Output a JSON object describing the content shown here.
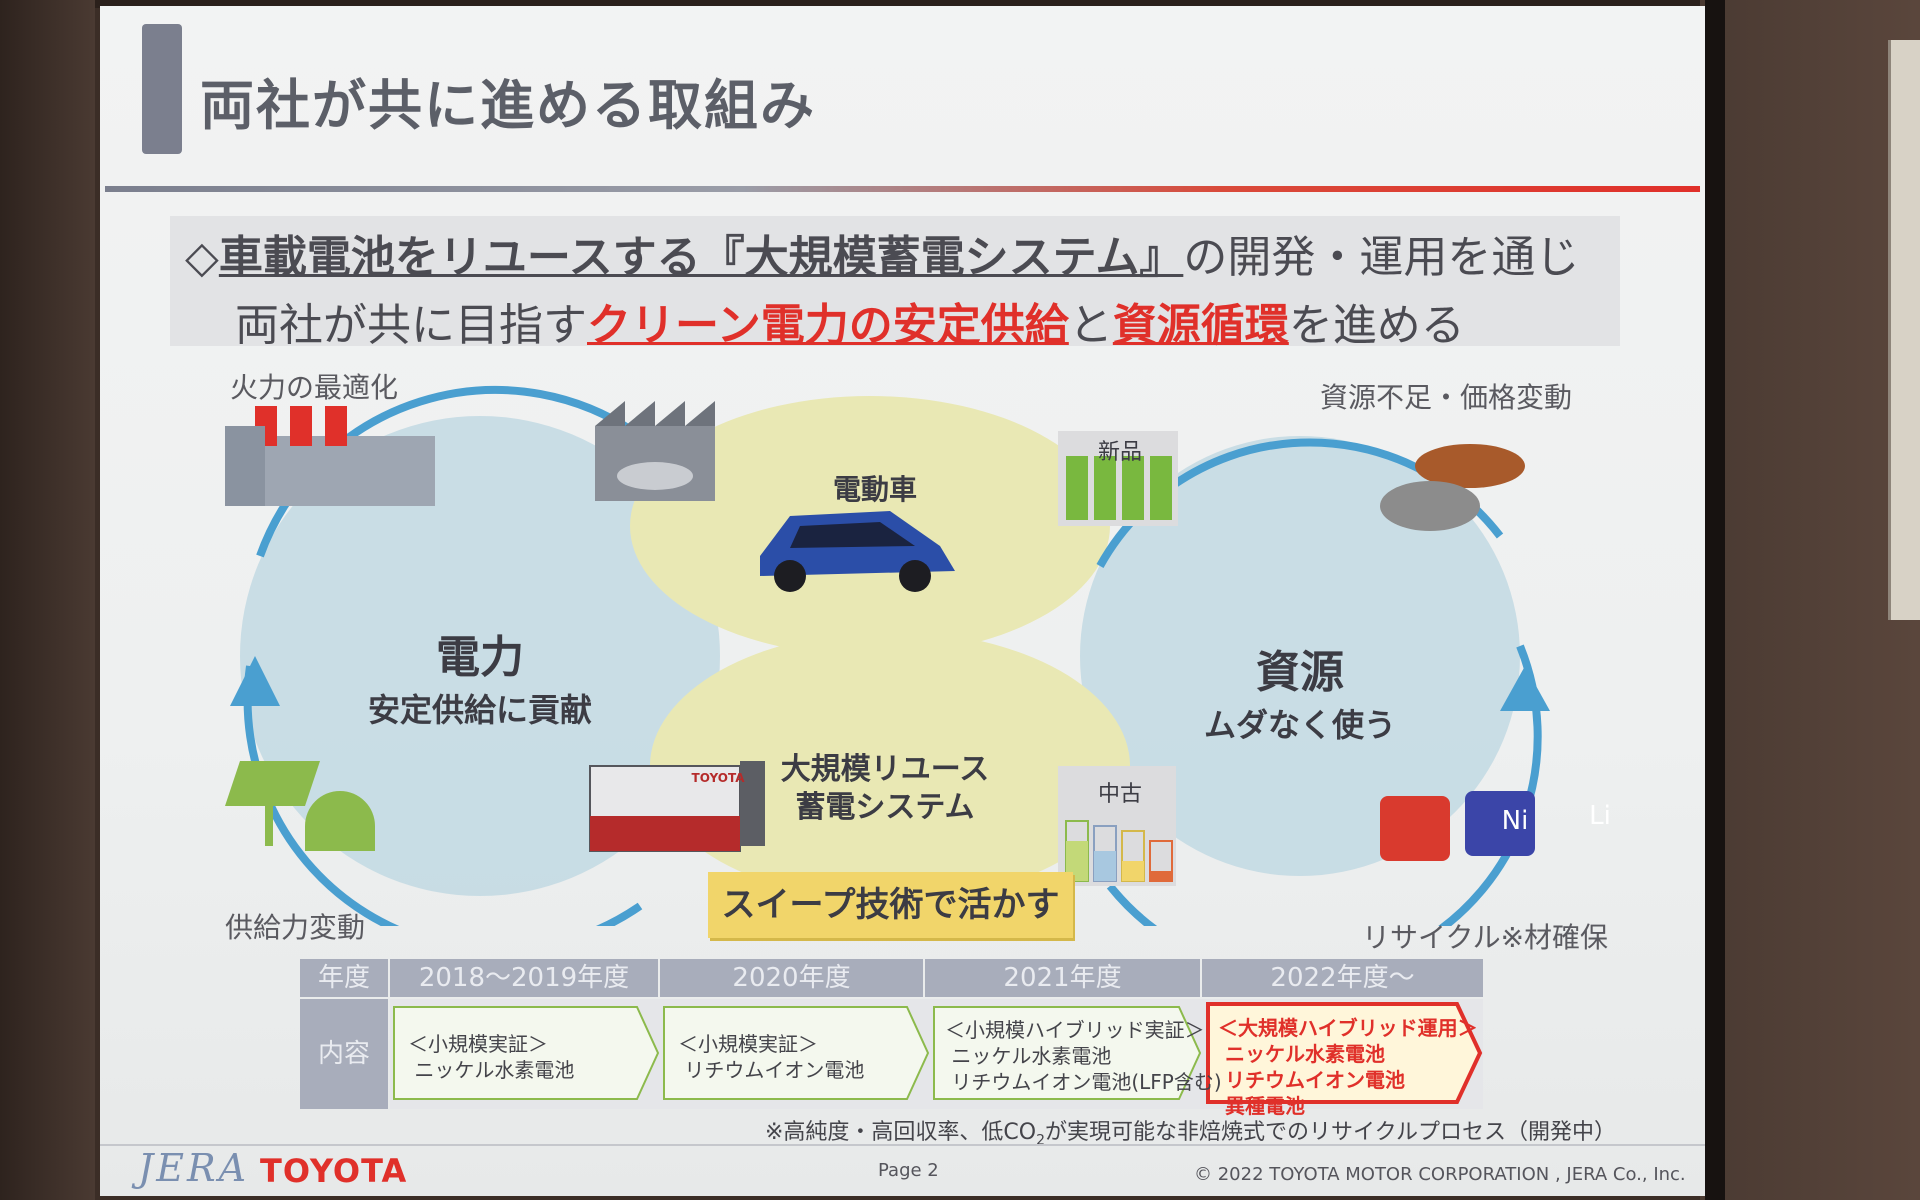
{
  "slide": {
    "title": "両社が共に進める取組み"
  },
  "headline": {
    "bullet": "◇",
    "line1_emph": "車載電池をリユースする『大規模蓄電システム』",
    "line1_rest": "の開発・運用を通じ",
    "line2_a": "両社が共に目指す",
    "line2_red1": "クリーン電力の安定供給",
    "line2_b": "と",
    "line2_red2": "資源循環",
    "line2_c": "を進める"
  },
  "diagram": {
    "corner_top_left": "火力の最適化",
    "corner_top_right": "資源不足・価格変動",
    "corner_bottom_left": "供給力変動",
    "corner_bottom_right": "リサイクル※材確保",
    "power_title": "電力",
    "power_sub": "安定供給に貢献",
    "resource_title": "資源",
    "resource_sub": "ムダなく使う",
    "ev_label": "電動車",
    "storage_label_1": "大規模リユース",
    "storage_label_2": "蓄電システム",
    "new_label": "新品",
    "used_label": "中古",
    "ni": "Ni",
    "li": "Li",
    "container_logo": "TOYOTA",
    "sweep": "スイープ技術で活かす"
  },
  "table": {
    "headers": [
      "年度",
      "2018～2019年度",
      "2020年度",
      "2021年度",
      "2022年度～"
    ],
    "row_label": "内容",
    "phases": [
      "＜小規模実証＞\n ニッケル水素電池",
      "＜小規模実証＞\n リチウムイオン電池",
      "＜小規模ハイブリッド実証＞\n ニッケル水素電池\n リチウムイオン電池(LFP含む)",
      "＜大規模ハイブリッド運用＞\n ニッケル水素電池\n リチウムイオン電池\n 異種電池"
    ]
  },
  "footer": {
    "note_a": "※高純度・高回収率、低CO",
    "note_sub": "2",
    "note_b": "が実現可能な非焙焼式でのリサイクルプロセス（開発中）",
    "jera": "JERA",
    "toyota": "TOYOTA",
    "page": "Page 2",
    "copyright": "© 2022 TOYOTA MOTOR CORPORATION , JERA Co., Inc."
  },
  "colors": {
    "accent_red": "#e0302a",
    "circle_blue": "#c6dbe4",
    "oval_yellow": "#e9e8b4",
    "arrow_blue": "#4a9fd0",
    "highlight_yellow": "#f1d56a"
  }
}
